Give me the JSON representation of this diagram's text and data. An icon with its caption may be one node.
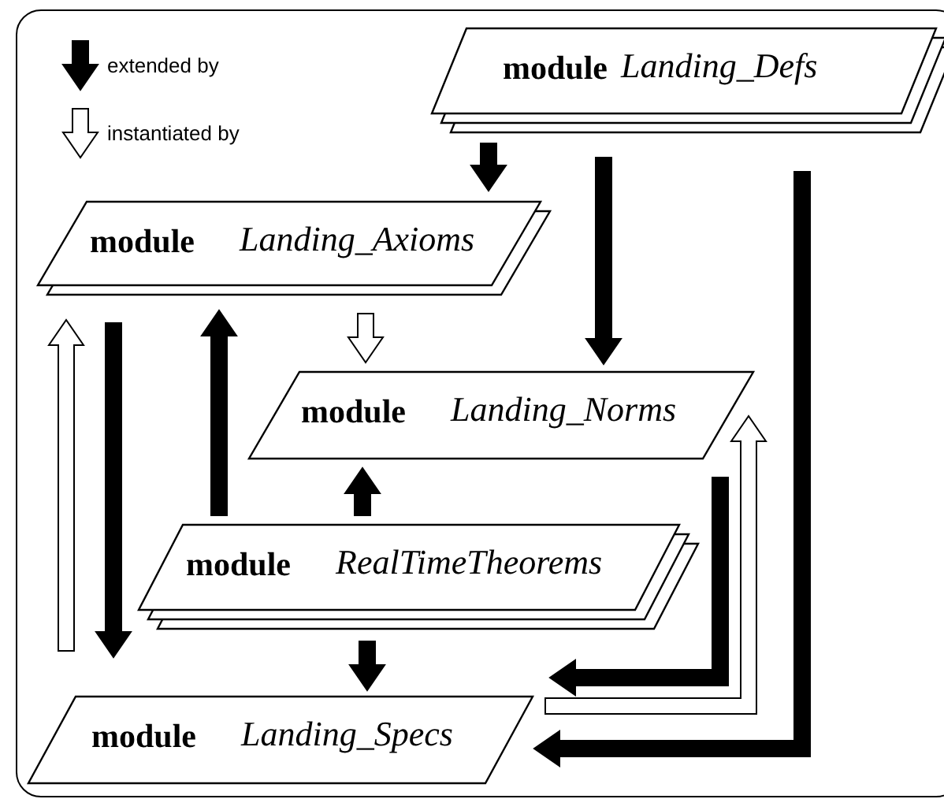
{
  "diagram": {
    "nodes": [
      {
        "text": [
          "module",
          "Landing_Defs"
        ]
      },
      {
        "text": [
          "module",
          "Landing_Axioms"
        ]
      },
      {
        "text": [
          "module",
          "Landing_Norms"
        ]
      },
      {
        "text": [
          "module",
          "RealTimeTheorems"
        ]
      },
      {
        "text": [
          "module",
          "Landing_Specs"
        ]
      }
    ],
    "edges": [
      {
        "from": 0,
        "to": 1,
        "arrow": "to"
      },
      {
        "from": 0,
        "to": 2,
        "arrow": "to"
      },
      {
        "from": 0,
        "to": 4,
        "arrow": "to"
      },
      {
        "from": 1,
        "to": 2,
        "arrow": "to",
        "color": "#ffffff"
      },
      {
        "from": 1,
        "to": 4,
        "arrow": "to"
      },
      {
        "from": 4,
        "to": 1,
        "arrow": "to",
        "color": "#ffffff"
      },
      {
        "from": 3,
        "to": 1,
        "arrow": "to"
      },
      {
        "from": 3,
        "to": 2,
        "arrow": "to"
      },
      {
        "from": 3,
        "to": 4,
        "arrow": "to"
      },
      {
        "from": 2,
        "to": 4,
        "arrow": "to"
      },
      {
        "from": 4,
        "to": 2,
        "arrow": "to",
        "color": "#ffffff"
      }
    ],
    "legend": [
      {
        "text": "extended by"
      },
      {
        "text": "instantiated by"
      }
    ]
  }
}
